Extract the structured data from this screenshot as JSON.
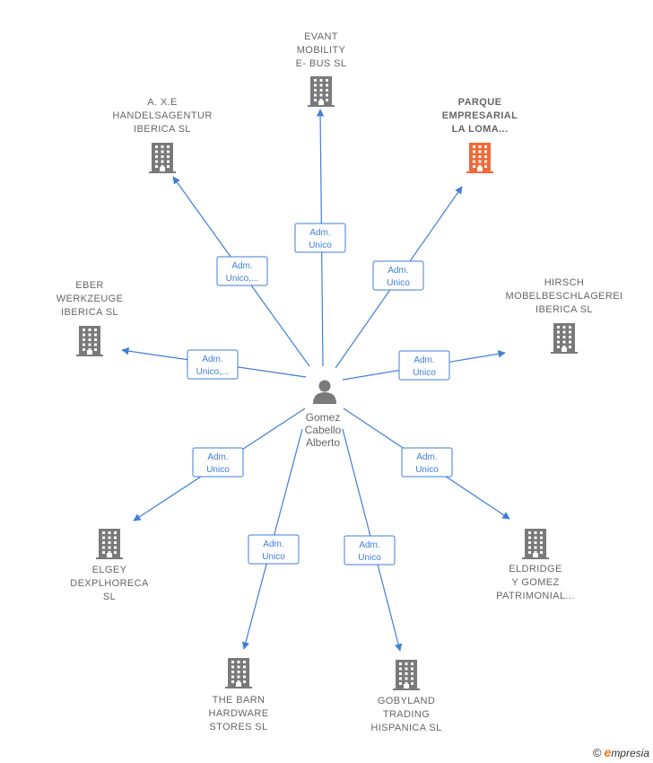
{
  "colors": {
    "edge": "#3f7fd6",
    "building": "#7a7a7a",
    "building_highlight": "#f06a3a",
    "person": "#7a7a7a",
    "text": "#666666"
  },
  "center": {
    "name_lines": [
      "Gomez",
      "Cabello",
      "Alberto"
    ],
    "icon": "person-icon"
  },
  "nodes": [
    {
      "id": "evant",
      "lines": [
        "EVANT",
        "MOBILITY",
        "E- BUS  SL"
      ],
      "edge_label": [
        "Adm.",
        "Unico"
      ],
      "highlight": false
    },
    {
      "id": "parque",
      "lines": [
        "PARQUE",
        "EMPRESARIAL",
        "LA LOMA..."
      ],
      "edge_label": [
        "Adm.",
        "Unico"
      ],
      "highlight": true
    },
    {
      "id": "axe",
      "lines": [
        "A. X.E",
        "HANDELSAGENTUR",
        "IBERICA  SL"
      ],
      "edge_label": [
        "Adm.",
        "Unico,..."
      ],
      "highlight": false
    },
    {
      "id": "eber",
      "lines": [
        "EBER",
        "WERKZEUGE",
        "IBERICA  SL"
      ],
      "edge_label": [
        "Adm.",
        "Unico,..."
      ],
      "highlight": false
    },
    {
      "id": "hirsch",
      "lines": [
        "HIRSCH",
        "MOBELBESCHLAGEREI",
        "IBERICA  SL"
      ],
      "edge_label": [
        "Adm.",
        "Unico"
      ],
      "highlight": false
    },
    {
      "id": "elgey",
      "lines": [
        "ELGEY",
        "DEXPLHORECA",
        "SL"
      ],
      "edge_label": [
        "Adm.",
        "Unico"
      ],
      "highlight": false
    },
    {
      "id": "eldridge",
      "lines": [
        "ELDRIDGE",
        "Y GOMEZ",
        "PATRIMONIAL..."
      ],
      "edge_label": [
        "Adm.",
        "Unico"
      ],
      "highlight": false
    },
    {
      "id": "barn",
      "lines": [
        "THE BARN",
        "HARDWARE",
        "STORES  SL"
      ],
      "edge_label": [
        "Adm.",
        "Unico"
      ],
      "highlight": false
    },
    {
      "id": "gobyland",
      "lines": [
        "GOBYLAND",
        "TRADING",
        "HISPANICA  SL"
      ],
      "edge_label": [
        "Adm.",
        "Unico"
      ],
      "highlight": false
    }
  ],
  "watermark": {
    "symbol": "©",
    "e": "e",
    "brand": "mpresia"
  }
}
